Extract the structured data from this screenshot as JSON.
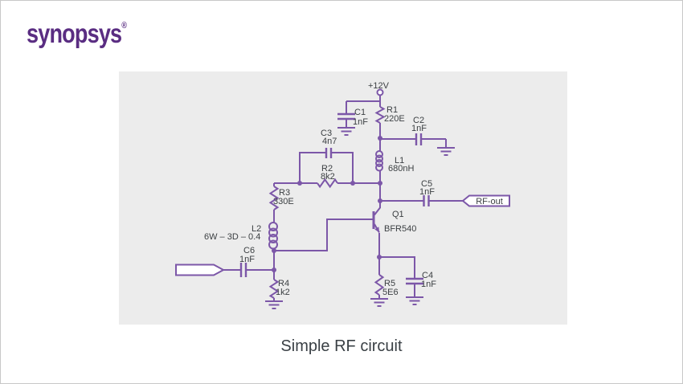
{
  "colors": {
    "brand": "#5a2d82",
    "wire": "#7c57a8",
    "label": "#3c4043",
    "panel_background": "#ececec"
  },
  "logo": {
    "text": "synopsys",
    "registered": "®"
  },
  "caption": "Simple RF circuit",
  "schematic": {
    "supply_label": "+12V",
    "output_port": "RF-out",
    "components": {
      "c1": {
        "designator": "C1",
        "value": "1nF"
      },
      "r1": {
        "designator": "R1",
        "value": "220E"
      },
      "c2": {
        "designator": "C2",
        "value": "1nF"
      },
      "c3": {
        "designator": "C3",
        "value": "4n7"
      },
      "r2": {
        "designator": "R2",
        "value": "8k2"
      },
      "r3": {
        "designator": "R3",
        "value": "330E"
      },
      "l1": {
        "designator": "L1",
        "value": "680nH"
      },
      "c5": {
        "designator": "C5",
        "value": "1nF"
      },
      "q1": {
        "designator": "Q1",
        "value": "BFR540"
      },
      "l2": {
        "designator": "L2",
        "value": "6W – 3D – 0.4"
      },
      "c6": {
        "designator": "C6",
        "value": "1nF"
      },
      "r4": {
        "designator": "R4",
        "value": "1k2"
      },
      "r5": {
        "designator": "R5",
        "value": "5E6"
      },
      "c4": {
        "designator": "C4",
        "value": "1nF"
      }
    }
  }
}
